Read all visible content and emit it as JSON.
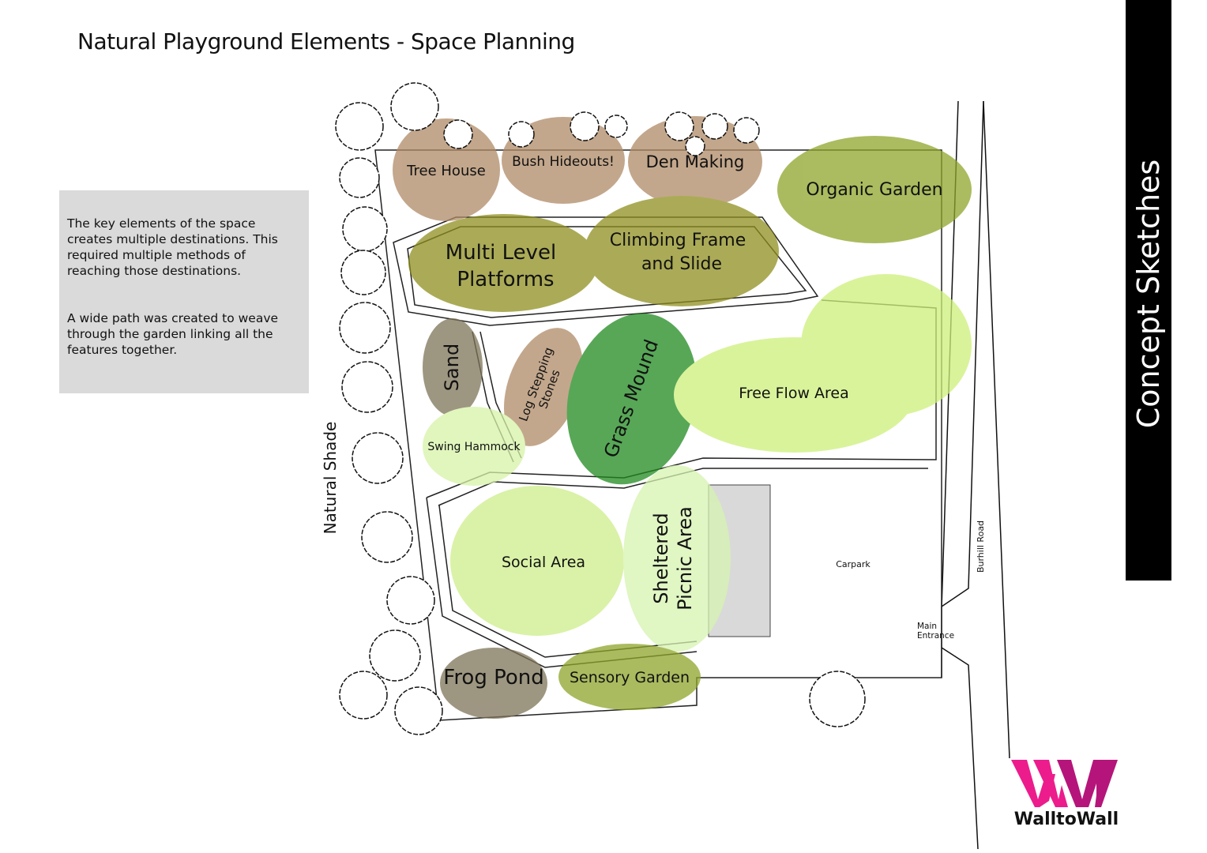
{
  "title": "Natural Playground Elements - Space Planning",
  "note": {
    "paragraph1": "The key elements of the space creates multiple destinations. This required multiple methods of reaching those destinations.",
    "paragraph2": "A wide path was created to weave through the garden linking all the features together."
  },
  "side_label": "Concept Sketches",
  "zones": {
    "tree_house": "Tree House",
    "bush_hideouts": "Bush Hideouts!",
    "den_making": "Den Making",
    "organic_garden": "Organic Garden",
    "multi_level_1": "Multi Level",
    "multi_level_2": "Platforms",
    "climbing_1": "Climbing Frame",
    "climbing_2": "and Slide",
    "sand": "Sand",
    "log_1": "Log Stepping",
    "log_2": "Stones",
    "grass_mound": "Grass Mound",
    "free_flow": "Free Flow Area",
    "swing_hammock": "Swing Hammock",
    "social_area": "Social Area",
    "picnic_1": "Sheltered",
    "picnic_2": "Picnic Area",
    "frog_pond": "Frog Pond",
    "sensory_garden": "Sensory Garden"
  },
  "site": {
    "natural_shade": "Natural Shade",
    "carpark": "Carpark",
    "road": "Burhill Road",
    "entrance_1": "Main",
    "entrance_2": "Entrance"
  },
  "logo": {
    "mark": "WW",
    "text": "WalltoWall",
    "color1": "#ec1c8c",
    "color2": "#b5157a"
  }
}
